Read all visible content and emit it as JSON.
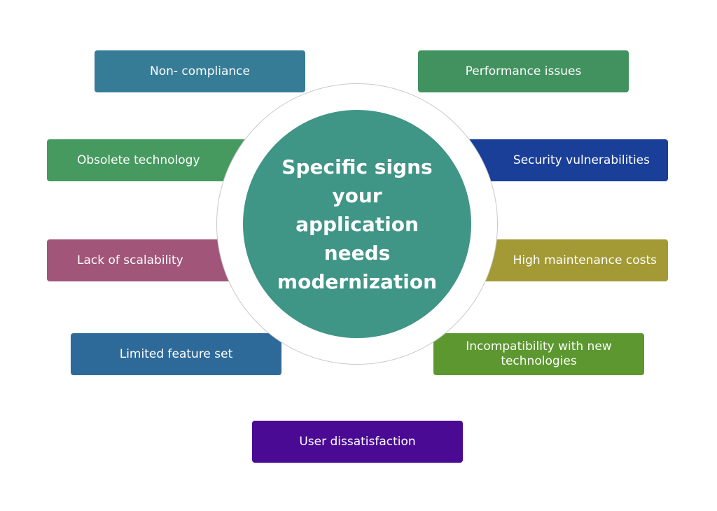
{
  "center": {
    "title": "Specific signs your application needs modernization",
    "color": "#3f9586"
  },
  "signs": [
    {
      "id": "non-compliance",
      "label": "Non- compliance",
      "color": "#367c97"
    },
    {
      "id": "performance-issues",
      "label": "Performance issues",
      "color": "#41925f"
    },
    {
      "id": "obsolete-technology",
      "label": "Obsolete technology",
      "color": "#469a5f"
    },
    {
      "id": "security-vulnerabilities",
      "label": "Security vulnerabilities",
      "color": "#193f99"
    },
    {
      "id": "lack-of-scalability",
      "label": "Lack of scalability",
      "color": "#a15579"
    },
    {
      "id": "high-maintenance-costs",
      "label": "High maintenance costs",
      "color": "#a39a35"
    },
    {
      "id": "limited-feature-set",
      "label": "Limited feature set",
      "color": "#2e6a99"
    },
    {
      "id": "incompatibility",
      "label": "Incompatibility with new technologies",
      "color": "#5c982f"
    },
    {
      "id": "user-dissatisfaction",
      "label": "User dissatisfaction",
      "color": "#4a0a94"
    }
  ]
}
